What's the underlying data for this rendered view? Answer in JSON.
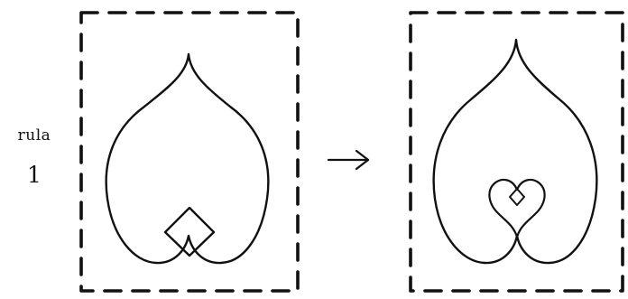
{
  "rule": {
    "word": "rula",
    "number": "1"
  },
  "arrow": {
    "glyph": "→"
  },
  "colors": {
    "ink": "#111111",
    "background": "#ffffff"
  },
  "panels": {
    "left": {
      "frame": "dashed-rectangle",
      "shape": "heart-with-diamond"
    },
    "right": {
      "frame": "dashed-rectangle",
      "shape": "heart-with-nested-heart-and-diamond"
    }
  }
}
